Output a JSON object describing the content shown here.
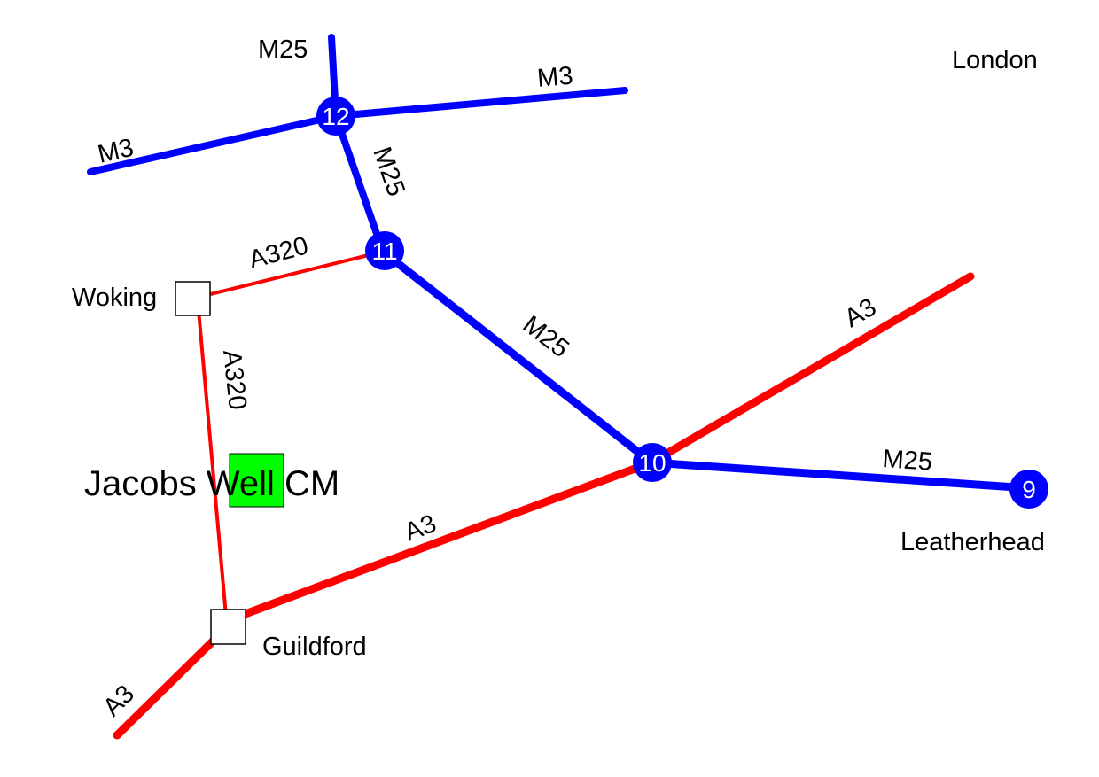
{
  "colors": {
    "motorway": "#0000ff",
    "a_road": "#ff0000",
    "site_marker": "#00ff00",
    "town_marker_fill": "#ffffff",
    "text": "#000000",
    "junction_text": "#ffffff"
  },
  "places": {
    "london": "London",
    "woking": "Woking",
    "guildford": "Guildford",
    "leatherhead": "Leatherhead"
  },
  "site": {
    "name": "Jacobs Well CM"
  },
  "junctions": {
    "j9": "9",
    "j10": "10",
    "j11": "11",
    "j12": "12"
  },
  "roads": {
    "m25": "M25",
    "m3": "M3",
    "a3": "A3",
    "a320": "A320"
  }
}
